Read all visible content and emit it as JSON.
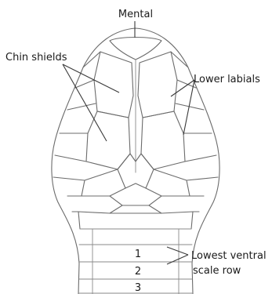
{
  "labels": {
    "mental": "Mental",
    "chin_shields": "Chin shields",
    "lower_labials": "Lower labials",
    "lowest_ventral_line1": "Lowest ventral",
    "lowest_ventral_line2": "scale row"
  },
  "row_numbers": [
    "1",
    "2",
    "3"
  ],
  "colors": {
    "ink": "#6b6b6b",
    "text": "#1a1a1a",
    "background": "#ffffff"
  }
}
